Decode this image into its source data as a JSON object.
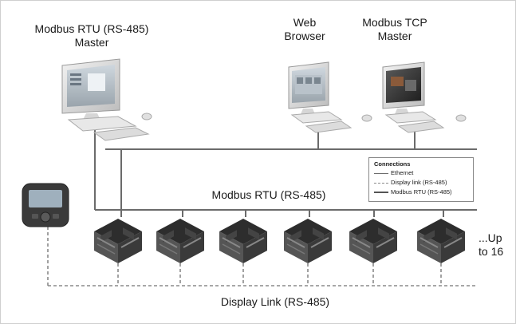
{
  "labels": {
    "modbus_rtu_master": [
      "Modbus RTU (RS-485)",
      "Master"
    ],
    "web_browser": [
      "Web",
      "Browser"
    ],
    "modbus_tcp_master": [
      "Modbus TCP",
      "Master"
    ],
    "rtu_bus": "Modbus RTU (RS-485)",
    "up_to": [
      "...Up",
      "to 16"
    ],
    "display_link": "Display Link (RS-485)"
  },
  "legend": {
    "title": "Connections",
    "items": [
      {
        "label": "Ethernet",
        "style": "solid"
      },
      {
        "label": "Display link (RS-485)",
        "style": "dashed"
      },
      {
        "label": "Modbus RTU (RS-485)",
        "style": "solid"
      }
    ]
  },
  "colors": {
    "line": "#6b6b6b",
    "device_body": "#4a4a4a",
    "device_top": "#2c2c2c",
    "monitor": "#e6e6e6"
  }
}
